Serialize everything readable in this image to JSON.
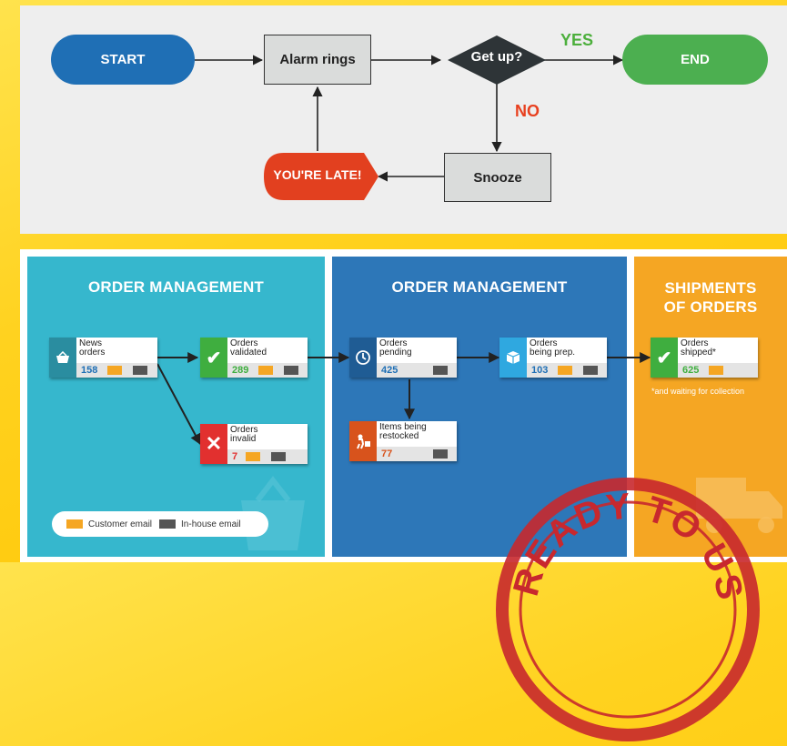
{
  "flowchart": {
    "start": "START",
    "alarm": "Alarm rings",
    "decision": "Get up?",
    "yes": "YES",
    "no": "NO",
    "end": "END",
    "snooze": "Snooze",
    "late": "YOU'RE LATE!",
    "colors": {
      "start": "#1f6fb5",
      "end": "#4caf50",
      "late": "#e2401f",
      "box": "#dadcdb",
      "diamond": "#2e3437"
    }
  },
  "order_flow": {
    "col1_title": "ORDER MANAGEMENT",
    "col2_title": "ORDER MANAGEMENT",
    "col3_title_line1": "SHIPMENTS",
    "col3_title_line2": "OF ORDERS",
    "cards": {
      "news": {
        "label1": "News",
        "label2": "orders",
        "count": "158",
        "icon": "basket-icon"
      },
      "validated": {
        "label1": "Orders",
        "label2": "validated",
        "count": "289",
        "icon": "check-icon"
      },
      "invalid": {
        "label1": "Orders",
        "label2": "invalid",
        "count": "7",
        "icon": "cross-icon"
      },
      "pending": {
        "label1": "Orders",
        "label2": "pending",
        "count": "425",
        "icon": "clock-icon"
      },
      "restocked": {
        "label1": "Items being",
        "label2": "restocked",
        "count": "77",
        "icon": "worker-icon"
      },
      "being_prep": {
        "label1": "Orders",
        "label2": "being prep.",
        "count": "103",
        "icon": "box-icon"
      },
      "shipped": {
        "label1": "Orders",
        "label2": "shipped*",
        "count": "625",
        "icon": "check-icon"
      }
    },
    "footnote": "*and waiting for collection",
    "legend": {
      "customer": "Customer email",
      "inhouse": "In-house email"
    },
    "colors": {
      "col1": "#36b7cd",
      "col2": "#2d77b8",
      "col3": "#f5a623"
    }
  },
  "stamp": {
    "text": "READY TO US"
  }
}
